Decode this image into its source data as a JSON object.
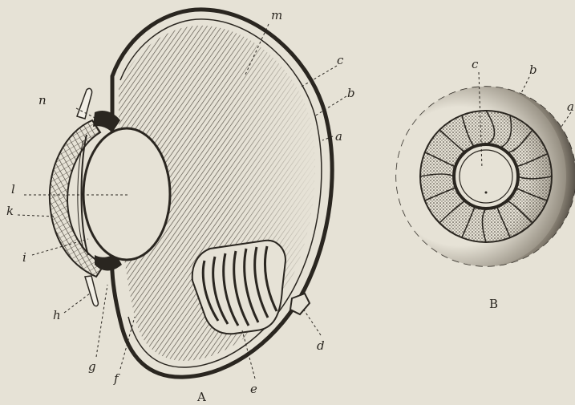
{
  "figure_a": {
    "caption": "A",
    "labels": {
      "a": "a",
      "b": "b",
      "c": "c",
      "d": "d",
      "e": "e",
      "f": "f",
      "g": "g",
      "h": "h",
      "i": "i",
      "k": "k",
      "l": "l",
      "m": "m",
      "n": "n"
    }
  },
  "figure_b": {
    "caption": "B",
    "labels": {
      "b": "b",
      "c": "c",
      "a": "a"
    }
  },
  "colors": {
    "background": "#e6e2d6",
    "ink": "#2a2620"
  }
}
